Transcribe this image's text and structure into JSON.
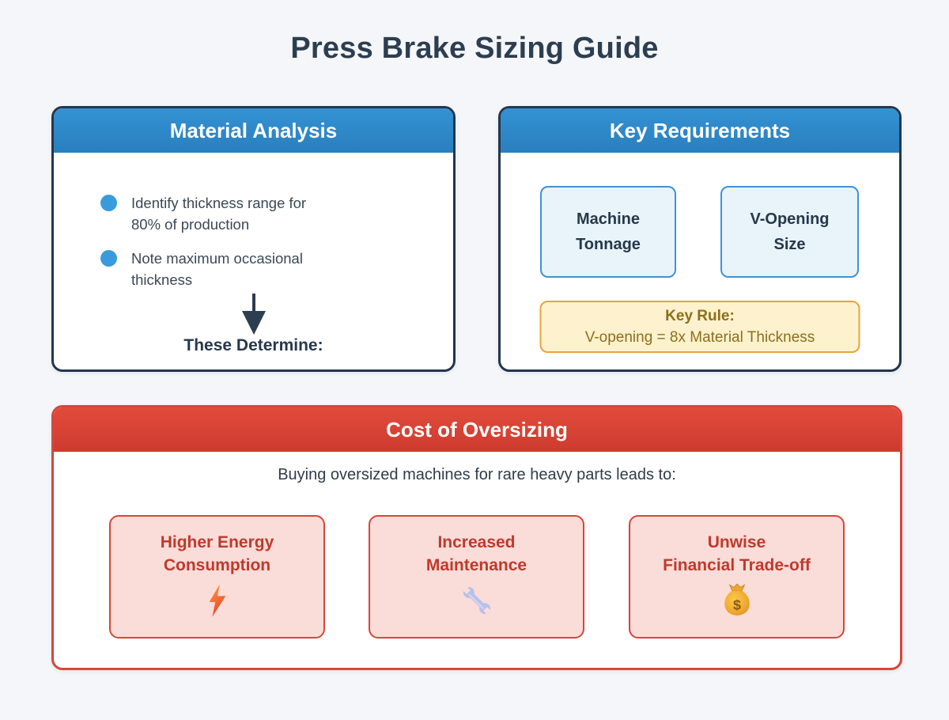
{
  "title": "Press Brake Sizing Guide",
  "material_analysis": {
    "header": "Material Analysis",
    "bullets": [
      {
        "lines": [
          "Identify thickness range for",
          "80% of production"
        ]
      },
      {
        "lines": [
          "Note maximum occasional",
          "thickness"
        ]
      }
    ],
    "arrow_icon": "down-arrow-icon",
    "footer": "These Determine:"
  },
  "key_requirements": {
    "header": "Key Requirements",
    "boxes": [
      {
        "lines": [
          "Machine",
          "Tonnage"
        ]
      },
      {
        "lines": [
          "V-Opening",
          "Size"
        ]
      }
    ],
    "key_rule": {
      "title": "Key Rule:",
      "formula": "V-opening = 8x Material Thickness"
    }
  },
  "cost_of_oversizing": {
    "header": "Cost of Oversizing",
    "subtitle": "Buying oversized machines for rare heavy parts leads to:",
    "items": [
      {
        "lines": [
          "Higher Energy",
          "Consumption"
        ],
        "icon": "lightning-icon"
      },
      {
        "lines": [
          "Increased",
          "Maintenance"
        ],
        "icon": "wrench-icon"
      },
      {
        "lines": [
          "Unwise",
          "Financial Trade-off"
        ],
        "icon": "money-bag-icon"
      }
    ]
  },
  "colors": {
    "page_background": "#f4f6f9",
    "title_navy": "#2c3e50",
    "card_border_navy": "#24364d",
    "header_blue_top": "#3392d4",
    "header_blue_bottom": "#2a7fbd",
    "bullet_blue": "#3a9bdc",
    "requirement_box_bg": "#e8f3fa",
    "requirement_box_border": "#3e93d6",
    "key_rule_bg": "#fdf2cd",
    "key_rule_border": "#e8a43d",
    "key_rule_text": "#8d6e1d",
    "header_red_top": "#e04b3c",
    "header_red_bottom": "#ce3b2e",
    "cost_border_red": "#d8453a",
    "cost_item_bg": "#fadcd9",
    "cost_item_text": "#c0392b"
  }
}
